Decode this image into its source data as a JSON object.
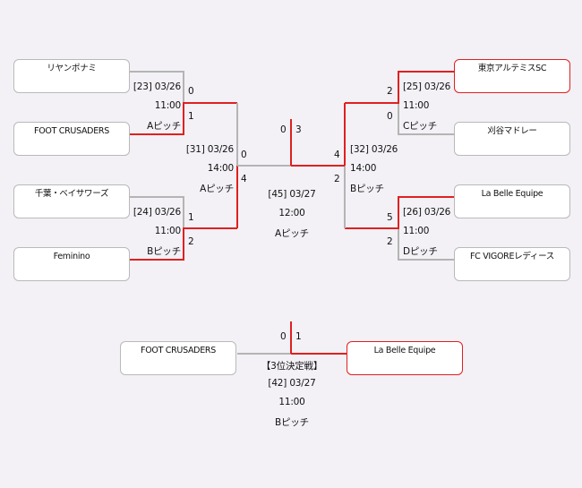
{
  "colors": {
    "win_line": "#e02020",
    "lose_line": "#b4b4b4",
    "win_border": "#e02020",
    "box_border": "#b9b9b9",
    "background": "#f3f1f6"
  },
  "teams": {
    "t1": "リヤンポナミ",
    "t2": "FOOT CRUSADERS",
    "t3": "千葉・ベイサワーズ",
    "t4": "Feminino",
    "t5": "東京アルテミスSC",
    "t6": "刈谷マドレー",
    "t7": "La Belle Equipe",
    "t8": "FC VIGOREレディース",
    "third_left": "FOOT CRUSADERS",
    "third_right": "La Belle Equipe"
  },
  "matches": {
    "m23": {
      "id": "[23] 03/26",
      "time": "11:00",
      "pitch": "Aピッチ",
      "score_top": "0",
      "score_bottom": "1"
    },
    "m24": {
      "id": "[24] 03/26",
      "time": "11:00",
      "pitch": "Bピッチ",
      "score_top": "1",
      "score_bottom": "2"
    },
    "m25": {
      "id": "[25] 03/26",
      "time": "11:00",
      "pitch": "Cピッチ",
      "score_top": "2",
      "score_bottom": "0"
    },
    "m26": {
      "id": "[26] 03/26",
      "time": "11:00",
      "pitch": "Dピッチ",
      "score_top": "5",
      "score_bottom": "2"
    },
    "m31": {
      "id": "[31] 03/26",
      "time": "14:00",
      "pitch": "Aピッチ",
      "score_top": "0",
      "score_bottom": "4"
    },
    "m32": {
      "id": "[32] 03/26",
      "time": "14:00",
      "pitch": "Bピッチ",
      "score_top": "4",
      "score_bottom": "2"
    },
    "m45": {
      "id": "[45] 03/27",
      "time": "12:00",
      "pitch": "Aピッチ",
      "score_left": "0",
      "score_right": "3"
    },
    "m42": {
      "title": "【3位決定戦】",
      "id": "[42] 03/27",
      "time": "11:00",
      "pitch": "Bピッチ",
      "score_left": "0",
      "score_right": "1"
    }
  }
}
